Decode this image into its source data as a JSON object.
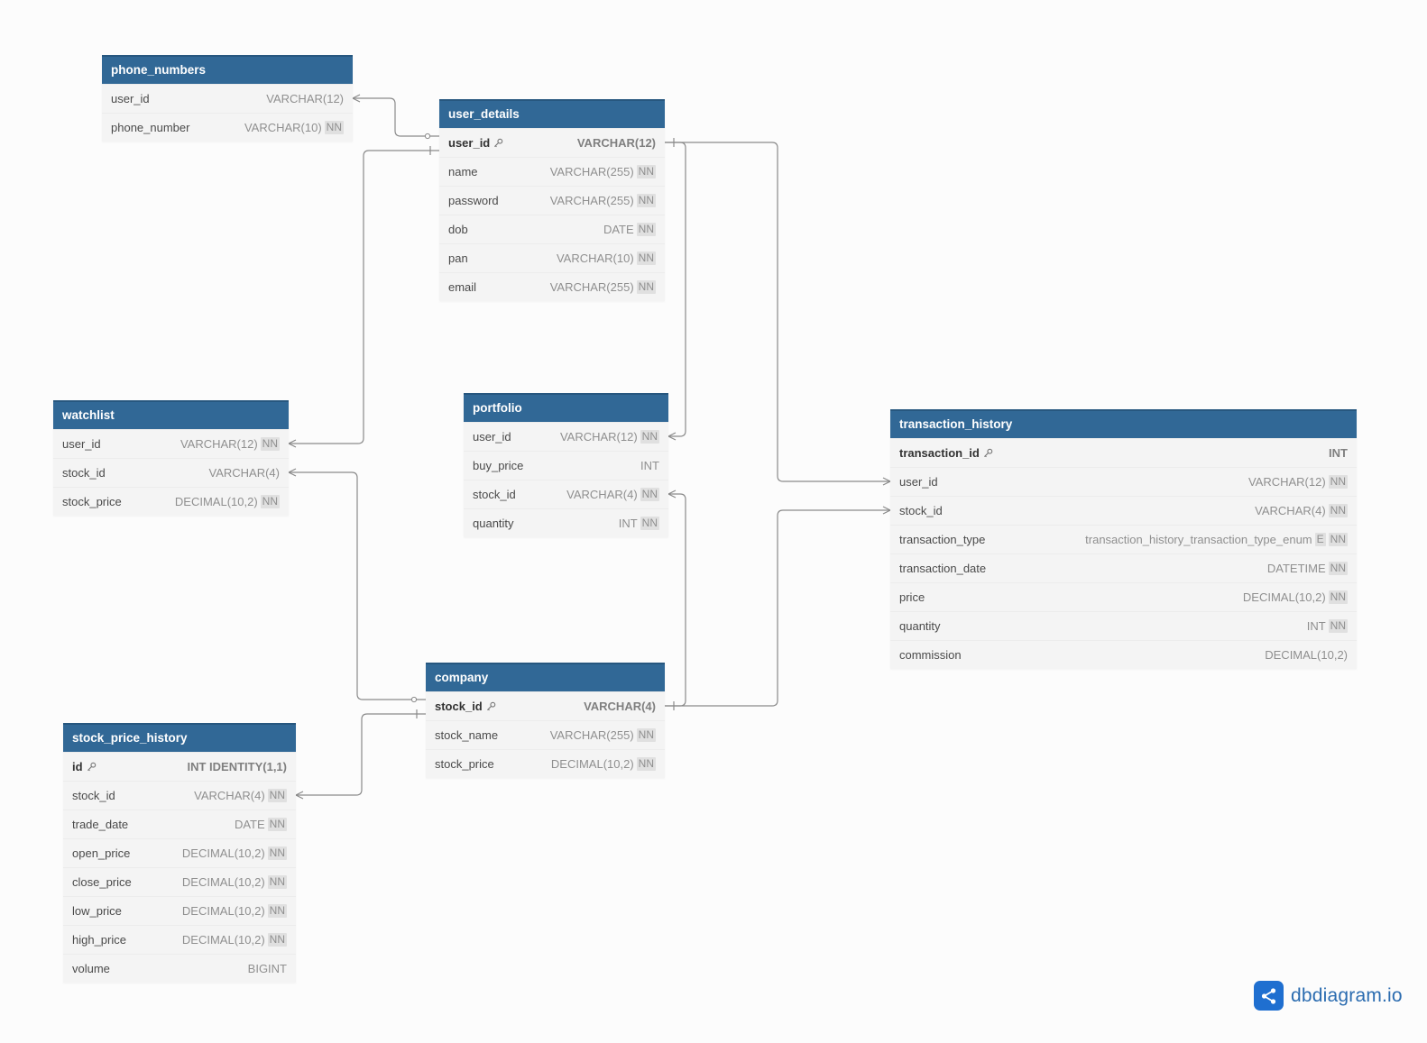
{
  "tables": [
    {
      "id": "phone_numbers",
      "name": "phone_numbers",
      "fields": [
        {
          "name": "user_id",
          "type": "VARCHAR(12)",
          "badges": []
        },
        {
          "name": "phone_number",
          "type": "VARCHAR(10)",
          "badges": [
            "NN"
          ]
        }
      ]
    },
    {
      "id": "user_details",
      "name": "user_details",
      "fields": [
        {
          "name": "user_id",
          "type": "VARCHAR(12)",
          "pk": true,
          "badges": []
        },
        {
          "name": "name",
          "type": "VARCHAR(255)",
          "badges": [
            "NN"
          ]
        },
        {
          "name": "password",
          "type": "VARCHAR(255)",
          "badges": [
            "NN"
          ]
        },
        {
          "name": "dob",
          "type": "DATE",
          "badges": [
            "NN"
          ]
        },
        {
          "name": "pan",
          "type": "VARCHAR(10)",
          "badges": [
            "NN"
          ]
        },
        {
          "name": "email",
          "type": "VARCHAR(255)",
          "badges": [
            "NN"
          ]
        }
      ]
    },
    {
      "id": "watchlist",
      "name": "watchlist",
      "fields": [
        {
          "name": "user_id",
          "type": "VARCHAR(12)",
          "badges": [
            "NN"
          ]
        },
        {
          "name": "stock_id",
          "type": "VARCHAR(4)",
          "badges": []
        },
        {
          "name": "stock_price",
          "type": "DECIMAL(10,2)",
          "badges": [
            "NN"
          ]
        }
      ]
    },
    {
      "id": "portfolio",
      "name": "portfolio",
      "fields": [
        {
          "name": "user_id",
          "type": "VARCHAR(12)",
          "badges": [
            "NN"
          ]
        },
        {
          "name": "buy_price",
          "type": "INT",
          "badges": []
        },
        {
          "name": "stock_id",
          "type": "VARCHAR(4)",
          "badges": [
            "NN"
          ]
        },
        {
          "name": "quantity",
          "type": "INT",
          "badges": [
            "NN"
          ]
        }
      ]
    },
    {
      "id": "transaction_history",
      "name": "transaction_history",
      "fields": [
        {
          "name": "transaction_id",
          "type": "INT",
          "pk": true,
          "badges": []
        },
        {
          "name": "user_id",
          "type": "VARCHAR(12)",
          "badges": [
            "NN"
          ]
        },
        {
          "name": "stock_id",
          "type": "VARCHAR(4)",
          "badges": [
            "NN"
          ]
        },
        {
          "name": "transaction_type",
          "type": "transaction_history_transaction_type_enum",
          "badges": [
            "E",
            "NN"
          ]
        },
        {
          "name": "transaction_date",
          "type": "DATETIME",
          "badges": [
            "NN"
          ]
        },
        {
          "name": "price",
          "type": "DECIMAL(10,2)",
          "badges": [
            "NN"
          ]
        },
        {
          "name": "quantity",
          "type": "INT",
          "badges": [
            "NN"
          ]
        },
        {
          "name": "commission",
          "type": "DECIMAL(10,2)",
          "badges": []
        }
      ]
    },
    {
      "id": "company",
      "name": "company",
      "fields": [
        {
          "name": "stock_id",
          "type": "VARCHAR(4)",
          "pk": true,
          "badges": []
        },
        {
          "name": "stock_name",
          "type": "VARCHAR(255)",
          "badges": [
            "NN"
          ]
        },
        {
          "name": "stock_price",
          "type": "DECIMAL(10,2)",
          "badges": [
            "NN"
          ]
        }
      ]
    },
    {
      "id": "stock_price_history",
      "name": "stock_price_history",
      "fields": [
        {
          "name": "id",
          "type": "INT IDENTITY(1,1)",
          "pk": true,
          "badges": []
        },
        {
          "name": "stock_id",
          "type": "VARCHAR(4)",
          "badges": [
            "NN"
          ]
        },
        {
          "name": "trade_date",
          "type": "DATE",
          "badges": [
            "NN"
          ]
        },
        {
          "name": "open_price",
          "type": "DECIMAL(10,2)",
          "badges": [
            "NN"
          ]
        },
        {
          "name": "close_price",
          "type": "DECIMAL(10,2)",
          "badges": [
            "NN"
          ]
        },
        {
          "name": "low_price",
          "type": "DECIMAL(10,2)",
          "badges": [
            "NN"
          ]
        },
        {
          "name": "high_price",
          "type": "DECIMAL(10,2)",
          "badges": [
            "NN"
          ]
        },
        {
          "name": "volume",
          "type": "BIGINT",
          "badges": []
        }
      ]
    }
  ],
  "relationships": [
    {
      "from": "phone_numbers.user_id",
      "from_card": "many",
      "to": "user_details.user_id",
      "to_card": "zero-or-one"
    },
    {
      "from": "watchlist.user_id",
      "from_card": "many",
      "to": "user_details.user_id",
      "to_card": "one"
    },
    {
      "from": "portfolio.user_id",
      "from_card": "many",
      "to": "user_details.user_id",
      "to_card": "one"
    },
    {
      "from": "transaction_history.user_id",
      "from_card": "many",
      "to": "user_details.user_id",
      "to_card": "one"
    },
    {
      "from": "watchlist.stock_id",
      "from_card": "many",
      "to": "company.stock_id",
      "to_card": "zero-or-one"
    },
    {
      "from": "stock_price_history.stock_id",
      "from_card": "many",
      "to": "company.stock_id",
      "to_card": "one"
    },
    {
      "from": "portfolio.stock_id",
      "from_card": "many",
      "to": "company.stock_id",
      "to_card": "one"
    },
    {
      "from": "transaction_history.stock_id",
      "from_card": "many",
      "to": "company.stock_id",
      "to_card": "one"
    }
  ],
  "colors": {
    "header": "#316896",
    "row_bg": "#f4f4f4",
    "connector": "#8a8a8a",
    "brand": "#2b6cb0"
  },
  "branding": {
    "text": "dbdiagram.io",
    "icon": "share-nodes-icon"
  }
}
